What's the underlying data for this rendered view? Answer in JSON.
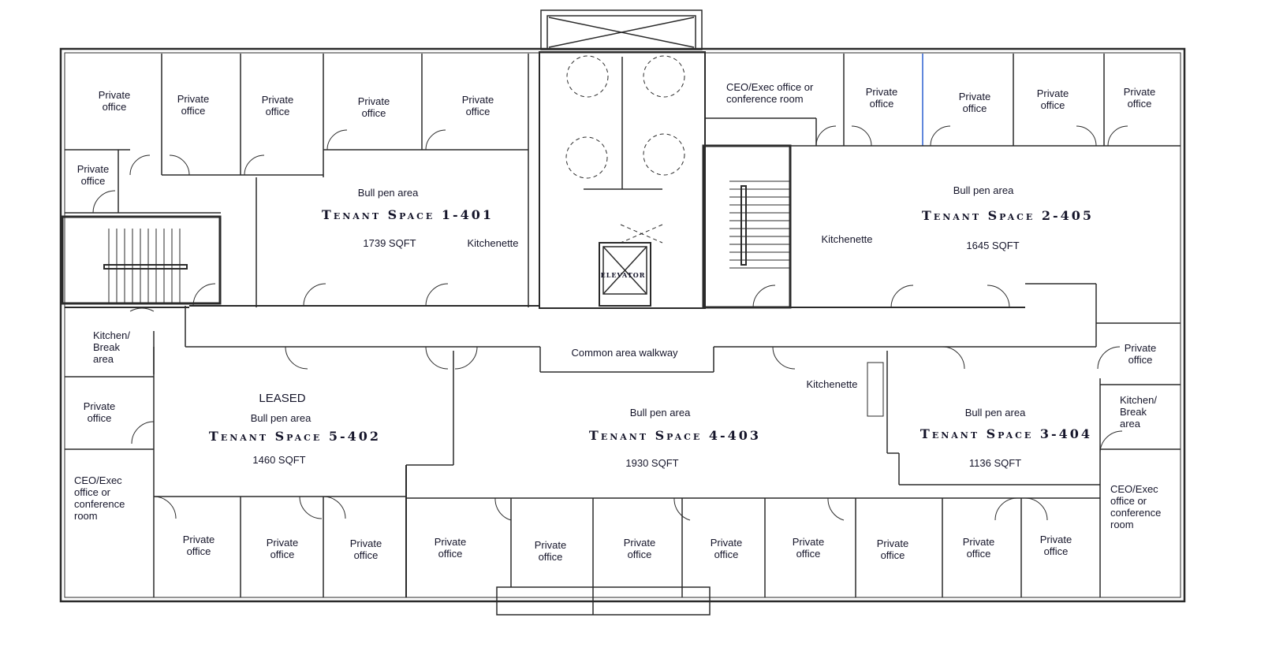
{
  "colors": {
    "wall": "#2a2a2a",
    "wall_fill": "#c8c8c8",
    "text": "#15152a"
  },
  "top_offices": [
    "Private office",
    "Private office",
    "Private office",
    "Private office",
    "Private office",
    "Private office"
  ],
  "top_right_offices": [
    "Private office",
    "Private office",
    "Private office",
    "Private office"
  ],
  "ceo_top": "CEO/Exec office or conference room",
  "space1": {
    "bullpen": "Bull pen area",
    "name": "Tenant Space 1-401",
    "sqft": "1739 SQFT",
    "kitchenette": "Kitchenette"
  },
  "space2": {
    "bullpen": "Bull pen area",
    "name": "Tenant Space 2-405",
    "sqft": "1645 SQFT",
    "kitchenette": "Kitchenette"
  },
  "space3": {
    "bullpen": "Bull pen area",
    "name": "Tenant Space 3-404",
    "sqft": "1136 SQFT",
    "kitchen": "Kitchen/ Break area",
    "office": "Private office",
    "ceo": "CEO/Exec office or conference room"
  },
  "space4": {
    "bullpen": "Bull pen area",
    "name": "Tenant Space 4-403",
    "sqft": "1930 SQFT",
    "kitchenette": "Kitchenette"
  },
  "space5": {
    "status": "LEASED",
    "bullpen": "Bull pen area",
    "name": "Tenant Space 5-402",
    "sqft": "1460 SQFT",
    "kitchen": "Kitchen/ Break area",
    "office": "Private office",
    "ceo": "CEO/Exec office or conference room"
  },
  "elevator": "Elevator",
  "walkway": "Common area walkway",
  "bottom_offices": [
    "Private office",
    "Private office",
    "Private office",
    "Private office",
    "Private office",
    "Private office",
    "Private office",
    "Private office",
    "Private office",
    "Private office",
    "Private office"
  ]
}
